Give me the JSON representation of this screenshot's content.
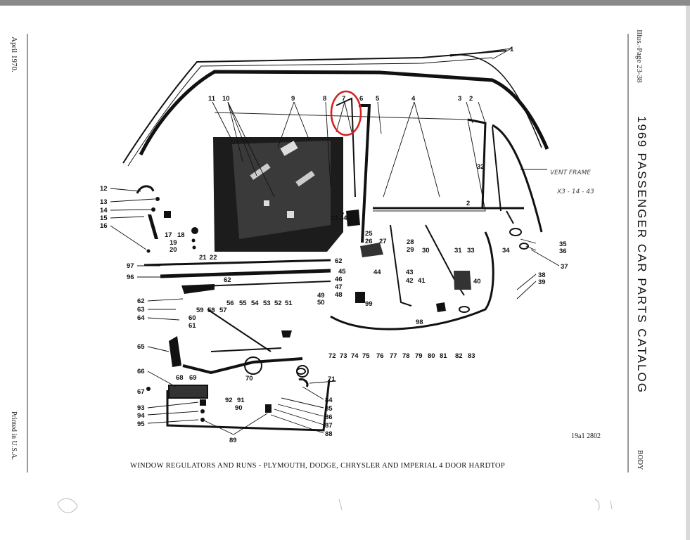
{
  "page": {
    "left_margin_date": "April 1970.",
    "left_margin_printed": "Printed in U.S.A.",
    "right_illus_page": "Illus.-Page 23-38",
    "right_catalog_title": "1969 PASSENGER CAR PARTS CATALOG",
    "right_section": "BODY",
    "caption": "WINDOW REGULATORS AND RUNS - PLYMOUTH, DODGE, CHRYSLER AND IMPERIAL 4 DOOR HARDTOP",
    "figure_number": "19a1 2802",
    "handwritten_note_line1": "VENT FRAME",
    "handwritten_note_line2": "X3 - 14 - 43"
  },
  "diagram": {
    "callouts": [
      "1",
      "2",
      "3",
      "4",
      "5",
      "6",
      "7",
      "8",
      "9",
      "10",
      "11",
      "12",
      "13",
      "14",
      "15",
      "16",
      "17",
      "18",
      "19",
      "20",
      "21",
      "22",
      "23",
      "24",
      "25",
      "26",
      "27",
      "28",
      "29",
      "30",
      "31",
      "32",
      "33",
      "34",
      "35",
      "36",
      "37",
      "38",
      "39",
      "40",
      "41",
      "42",
      "43",
      "44",
      "45",
      "46",
      "47",
      "48",
      "49",
      "50",
      "51",
      "52",
      "53",
      "54",
      "55",
      "56",
      "57",
      "58",
      "59",
      "60",
      "61",
      "62",
      "63",
      "64",
      "65",
      "66",
      "67",
      "68",
      "69",
      "70",
      "71",
      "72",
      "73",
      "74",
      "75",
      "76",
      "77",
      "78",
      "79",
      "80",
      "81",
      "82",
      "83",
      "84",
      "85",
      "86",
      "87",
      "88",
      "89",
      "90",
      "91",
      "92",
      "93",
      "94",
      "95",
      "96",
      "97",
      "98",
      "99"
    ],
    "highlight_circle_color": "#d42020",
    "line_color": "#111111"
  }
}
